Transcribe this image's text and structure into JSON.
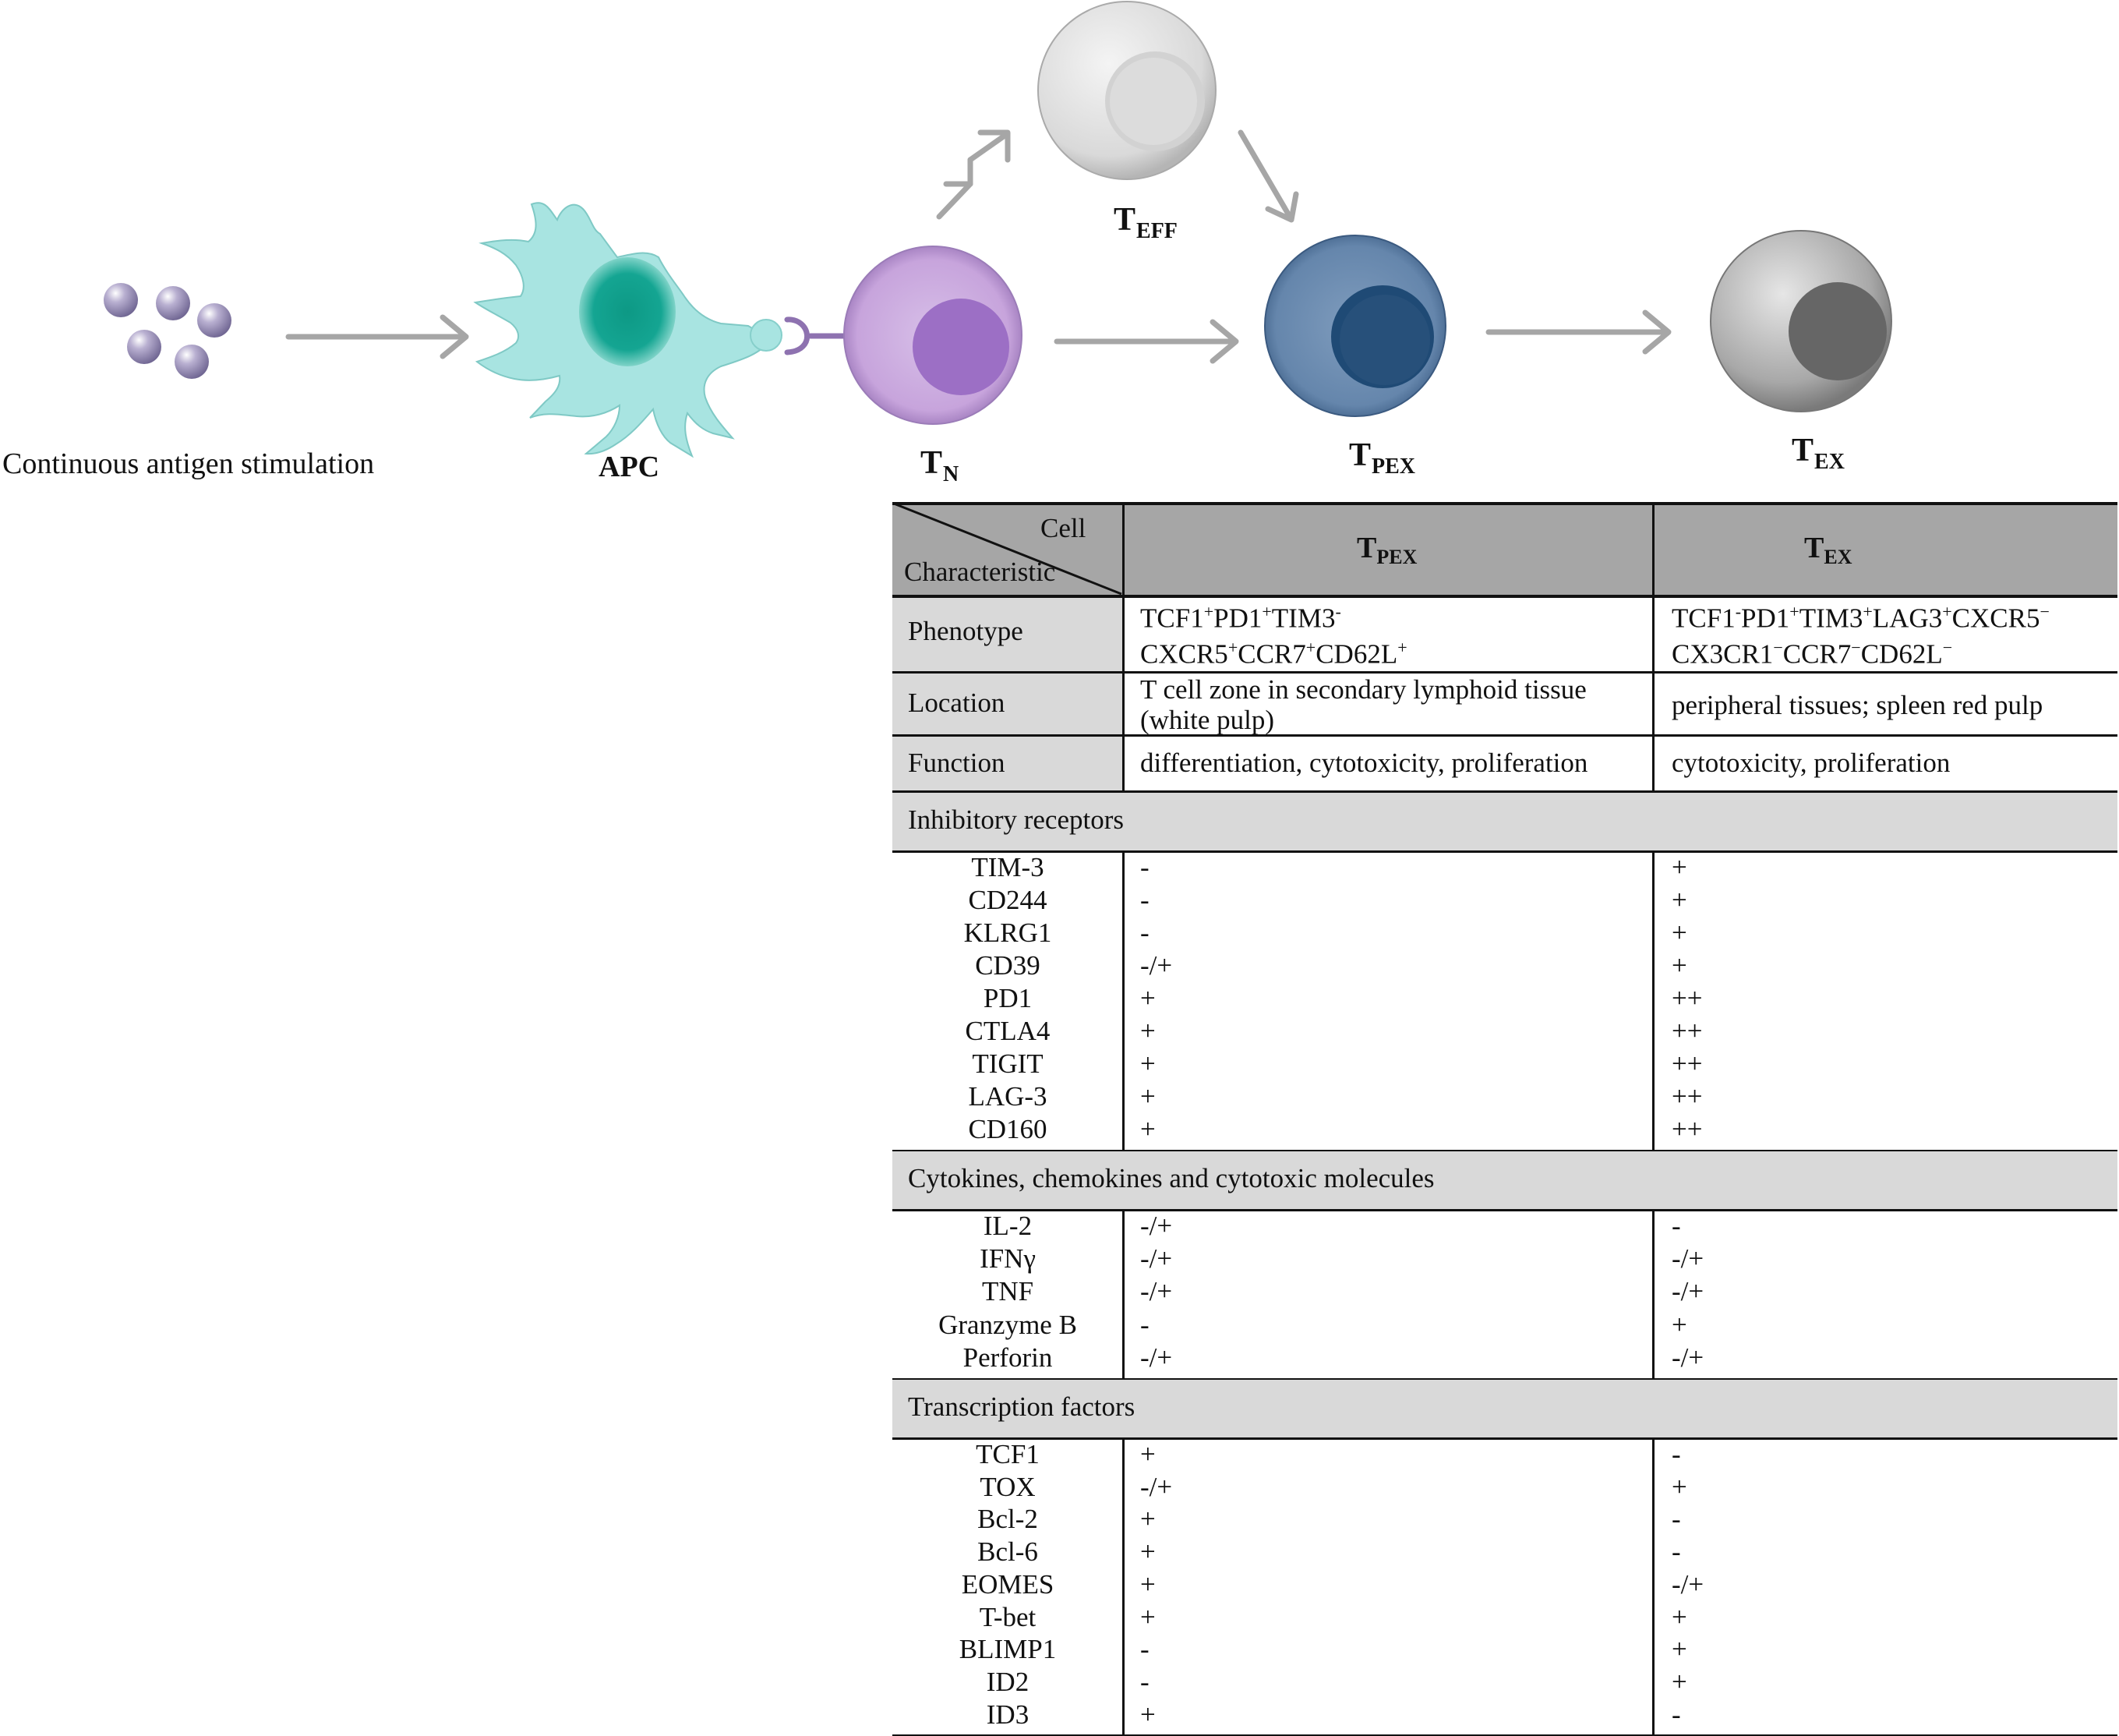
{
  "diagram": {
    "caption": "Continuous  antigen stimulation",
    "apc": "APC",
    "cells": {
      "tn": {
        "main": "T",
        "sub": "N"
      },
      "teff": {
        "main": "T",
        "sub": "EFF"
      },
      "tpex": {
        "main": "T",
        "sub": "PEX"
      },
      "tex": {
        "main": "T",
        "sub": "EX"
      }
    },
    "colors": {
      "antigen": "#9c90b8",
      "apc": "#a8e4e1",
      "apc_nucleus": "#14a090",
      "tn": "#c9a6dd",
      "tn_nucleus": "#9d6fc4",
      "teff": "#e2e2e2",
      "tpex": "#6f8fb3",
      "tpex_nucleus": "#2a4d78",
      "tex": "#b3b3b3",
      "tex_nucleus": "#666666",
      "arrow": "#a6a6a6"
    }
  },
  "table": {
    "corner_top": "Cell",
    "corner_bottom": "Characteristic",
    "col1": {
      "main": "T",
      "sub": "PEX"
    },
    "col2": {
      "main": "T",
      "sub": "EX"
    },
    "phenotype_label": "Phenotype",
    "phenotype_tpex_line1": "TCF1|+|PD1|+|TIM3|-",
    "phenotype_tpex_line2": "CXCR5|+|CCR7|+|CD62L|+",
    "phenotype_tex_line1": "TCF1|-|PD1|+|TIM3|+|LAG3|+|CXCR5|−",
    "phenotype_tex_line2": "CX3CR1|−|CCR7|−|CD62L|−",
    "location_label": "Location",
    "location_tpex_line1": "T cell zone in secondary lymphoid tissue",
    "location_tpex_line2": "(white pulp)",
    "location_tex": "peripheral tissues; spleen red pulp",
    "function_label": "Function",
    "function_tpex": "differentiation, cytotoxicity, proliferation",
    "function_tex": "cytotoxicity, proliferation",
    "sections": [
      {
        "title": "Inhibitory receptors",
        "rows": [
          [
            "TIM-3",
            "-",
            "+"
          ],
          [
            "CD244",
            "-",
            "+"
          ],
          [
            "KLRG1",
            "-",
            "+"
          ],
          [
            "CD39",
            "-/+",
            "+"
          ],
          [
            "PD1",
            "+",
            "++"
          ],
          [
            "CTLA4",
            "+",
            "++"
          ],
          [
            "TIGIT",
            "+",
            "++"
          ],
          [
            "LAG-3",
            "+",
            "++"
          ],
          [
            "CD160",
            "+",
            "++"
          ]
        ]
      },
      {
        "title": "Cytokines, chemokines and cytotoxic molecules",
        "rows": [
          [
            "IL-2",
            "-/+",
            "-"
          ],
          [
            "IFNγ",
            "-/+",
            "-/+"
          ],
          [
            "TNF",
            "-/+",
            "-/+"
          ],
          [
            "Granzyme B",
            "-",
            "+"
          ],
          [
            "Perforin",
            "-/+",
            "-/+"
          ]
        ]
      },
      {
        "title": "Transcription factors",
        "rows": [
          [
            "TCF1",
            "+",
            "-"
          ],
          [
            "TOX",
            "-/+",
            "+"
          ],
          [
            "Bcl-2",
            "+",
            "-"
          ],
          [
            "Bcl-6",
            "+",
            "-"
          ],
          [
            "EOMES",
            "+",
            "-/+"
          ],
          [
            "T-bet",
            "+",
            "+"
          ],
          [
            "BLIMP1",
            "-",
            "+"
          ],
          [
            "ID2",
            "-",
            "+"
          ],
          [
            "ID3",
            "+",
            "-"
          ]
        ]
      }
    ]
  }
}
